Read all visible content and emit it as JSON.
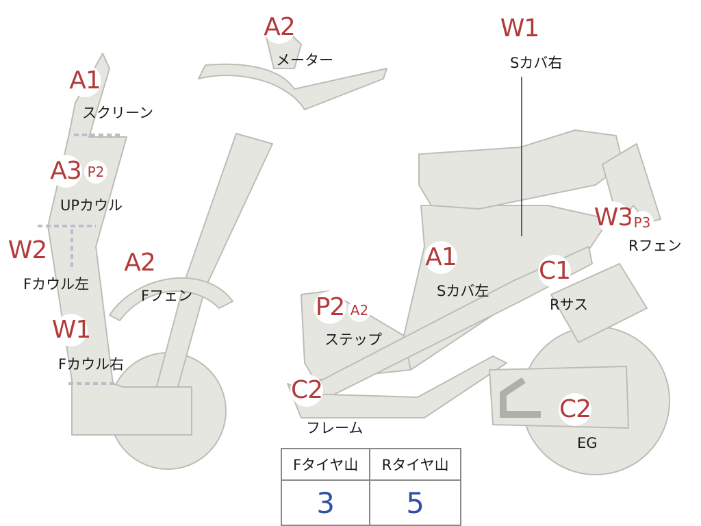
{
  "diagram": {
    "parts": [
      {
        "id": "screen",
        "code": "A1",
        "label": "スクリーン"
      },
      {
        "id": "meter",
        "code": "A2",
        "label": "メーター"
      },
      {
        "id": "up-cowl",
        "code": "A3",
        "sub_code": "P2",
        "label": "UPカウル"
      },
      {
        "id": "f-cowl-left",
        "code": "W2",
        "label": "Fカウル左"
      },
      {
        "id": "f-cowl-right",
        "code": "W1",
        "label": "Fカウル右"
      },
      {
        "id": "f-fender",
        "code": "A2",
        "label": "Fフェン"
      },
      {
        "id": "step",
        "code": "P2",
        "sub_code": "A2",
        "label": "ステップ"
      },
      {
        "id": "frame",
        "code": "C2",
        "label": "フレーム"
      },
      {
        "id": "s-cover-left",
        "code": "A1",
        "label": "Sカバ左"
      },
      {
        "id": "s-cover-right",
        "code": "W1",
        "label": "Sカバ右"
      },
      {
        "id": "r-suspension",
        "code": "C1",
        "label": "Rサス"
      },
      {
        "id": "r-fender",
        "code": "W3",
        "sub_code": "P3",
        "label": "Rフェン"
      },
      {
        "id": "engine",
        "code": "C2",
        "label": "EG"
      }
    ]
  },
  "tire_table": {
    "headers": [
      "Fタイヤ山",
      "Rタイヤ山"
    ],
    "values": [
      "3",
      "5"
    ]
  },
  "colors": {
    "part_fill": "#e6e6e0",
    "part_stroke": "#bdbdb7",
    "code_text": "#b23a3a",
    "table_value_text": "#2f4fa0"
  }
}
